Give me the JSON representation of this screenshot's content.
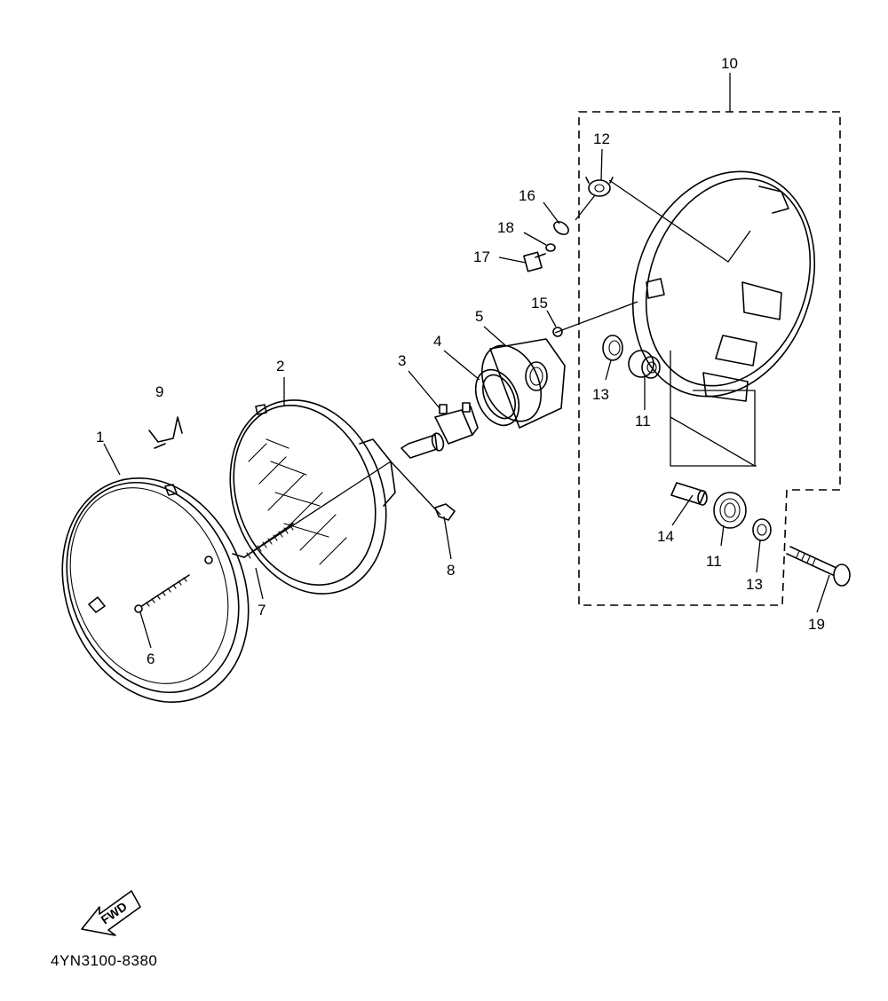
{
  "diagram": {
    "parts": [
      {
        "id": "p1",
        "label": "1"
      },
      {
        "id": "p2",
        "label": "2"
      },
      {
        "id": "p3",
        "label": "3"
      },
      {
        "id": "p4",
        "label": "4"
      },
      {
        "id": "p5",
        "label": "5"
      },
      {
        "id": "p6",
        "label": "6"
      },
      {
        "id": "p7",
        "label": "7"
      },
      {
        "id": "p8",
        "label": "8"
      },
      {
        "id": "p9",
        "label": "9"
      },
      {
        "id": "p10",
        "label": "10"
      },
      {
        "id": "p11a",
        "label": "11"
      },
      {
        "id": "p11b",
        "label": "11"
      },
      {
        "id": "p12",
        "label": "12"
      },
      {
        "id": "p13a",
        "label": "13"
      },
      {
        "id": "p13b",
        "label": "13"
      },
      {
        "id": "p14",
        "label": "14"
      },
      {
        "id": "p15",
        "label": "15"
      },
      {
        "id": "p16",
        "label": "16"
      },
      {
        "id": "p17",
        "label": "17"
      },
      {
        "id": "p18",
        "label": "18"
      },
      {
        "id": "p19",
        "label": "19"
      }
    ],
    "direction_arrow": "FWD",
    "drawing_code": "4YN3100-8380"
  }
}
